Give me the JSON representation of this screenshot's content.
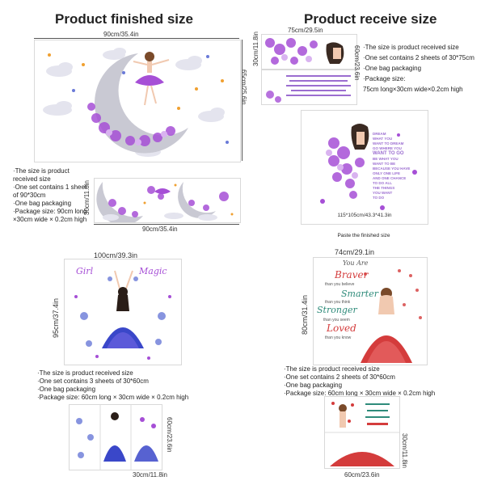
{
  "headings": {
    "finished": "Product finished size",
    "receive": "Product receive size"
  },
  "panel1": {
    "width_label": "90cm/35.4in",
    "height_label": "65cm/25.6in",
    "strip_height_label": "30cm/11.8in",
    "strip_width_label": "90cm/35.4in",
    "info": [
      "·The size is product received size",
      "·One set contains 1 sheet of 90*30cm",
      "·One bag packaging",
      "·Package size: 90cm long ×30cm wide × 0.2cm high"
    ]
  },
  "panel2": {
    "top_width_label": "75cm/29.5in",
    "left_height_label": "30cm/11.8in",
    "right_height_label": "60cm/23.6in",
    "info": [
      "·The size is product received size",
      "·One set contains 2 sheets of 30*75cm",
      "·One bag packaging",
      "·Package size:",
      "75cm long×30cm wide×0.2cm high"
    ],
    "finished_caption": "115*105cm/43.3*41.3in",
    "paste_caption": "Paste the finished size",
    "poem_lines": [
      "DREAM",
      "WHAT YOU",
      "WANT TO DREAM",
      "GO WHERE YOU",
      "WANT TO GO",
      "BE WHAT YOU",
      "WANT TO BE",
      "BECAUSE YOU HAVE",
      "ONLY ONE LIFE",
      "AND ONE CHANCE",
      "TO DO ALL",
      "THE THINGS",
      "YOU WANT",
      "TO DO"
    ]
  },
  "panel3": {
    "width_label": "100cm/39.3in",
    "height_label": "95cm/37.4in",
    "title_words": [
      "Girl",
      "Magic"
    ],
    "info": [
      "·The size is product received size",
      "·One set contains 3 sheets of 30*60cm",
      "·One bag packaging",
      "·Package size: 60cm long × 30cm wide × 0.2cm high"
    ],
    "sheet_height_label": "60cm/23.6in",
    "sheet_width_label": "30cm/11.8in"
  },
  "panel4": {
    "width_label": "74cm/29.1in",
    "height_label": "80cm/31.4in",
    "words": [
      {
        "big": "You Are",
        "small": ""
      },
      {
        "big": "Braver",
        "small": "than you believe"
      },
      {
        "big": "Smarter",
        "small": "than you think"
      },
      {
        "big": "Stronger",
        "small": "than you seem"
      },
      {
        "big": "Loved",
        "small": "than you know"
      }
    ],
    "info": [
      "·The size is product received size",
      "·One set contains 2 sheets of 30*60cm",
      "·One bag packaging",
      "·Package size: 60cm long × 30cm wide × 0.2cm high"
    ],
    "sheet_height_label": "30cm/11.8in",
    "sheet_width_label": "60cm/23.6in"
  },
  "colors": {
    "purple": "#a64fd6",
    "lavender": "#c9a3e8",
    "blue": "#3a47c9",
    "red": "#d43c3c",
    "moon": "#c9c9d3",
    "cloud": "#e4e4ee"
  }
}
